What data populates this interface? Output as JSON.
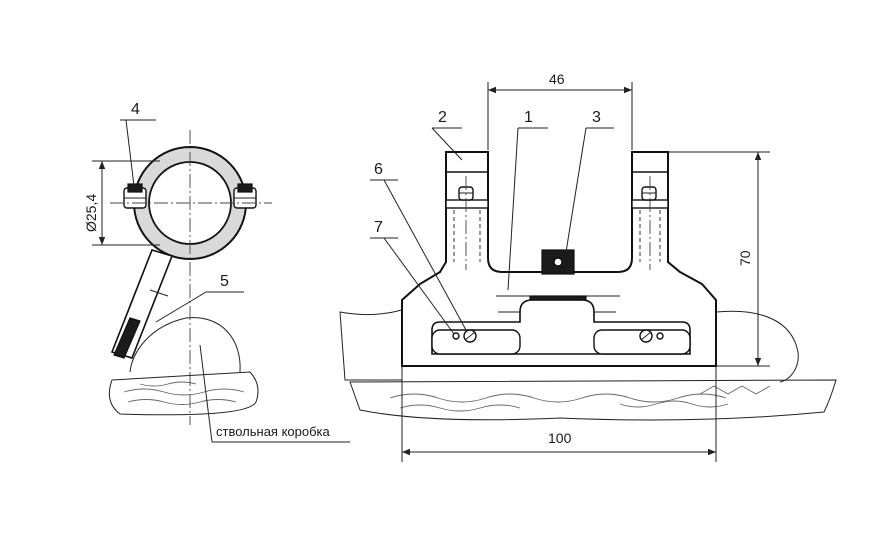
{
  "callouts": {
    "c1": "1",
    "c2": "2",
    "c3": "3",
    "c4": "4",
    "c5": "5",
    "c6": "6",
    "c7": "7"
  },
  "dimensions": {
    "top_width": "46",
    "height": "70",
    "base_length": "100",
    "diameter": "Ø25,4"
  },
  "notes": {
    "receiver": "ствольная коробка"
  }
}
